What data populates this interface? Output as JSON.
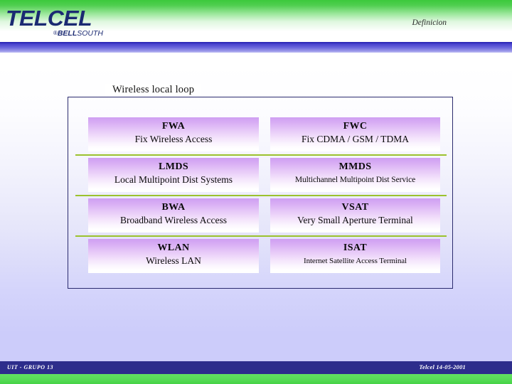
{
  "header": {
    "logo_main": "TELCEL",
    "logo_sub_reg": "®",
    "logo_sub_bold": "BELL",
    "logo_sub_light": "SOUTH",
    "section_title": "Definicion"
  },
  "panel": {
    "legend": "Wireless local loop"
  },
  "rows": [
    {
      "left": {
        "abbr": "FWA",
        "full": "Fix Wireless Access"
      },
      "right": {
        "abbr": "FWC",
        "full": "Fix CDMA / GSM / TDMA"
      },
      "separator": true
    },
    {
      "left": {
        "abbr": "LMDS",
        "full": "Local Multipoint Dist Systems"
      },
      "right": {
        "abbr": "MMDS",
        "full": "Multichannel Multipoint Dist Service"
      },
      "separator": true
    },
    {
      "left": {
        "abbr": "BWA",
        "full": "Broadband Wireless Access"
      },
      "right": {
        "abbr": "VSAT",
        "full": "Very Small Aperture Terminal"
      },
      "separator": true
    },
    {
      "left": {
        "abbr": "WLAN",
        "full": "Wireless LAN"
      },
      "right": {
        "abbr": "ISAT",
        "full": "Internet Satellite Access Terminal"
      },
      "separator": false
    }
  ],
  "footer": {
    "left": "UIT - GRUPO 13",
    "right": "Telcel 14-05-2001"
  },
  "colors": {
    "brand_navy": "#1b2a72",
    "header_green": "#3cc93c",
    "header_blue": "#3a35c4",
    "panel_border": "#2b2b6e",
    "box_purple": "#cf9ff2",
    "separator_green": "#9bc22e",
    "footer_navy": "#2d2d8c",
    "page_background": "#ccccfa"
  }
}
